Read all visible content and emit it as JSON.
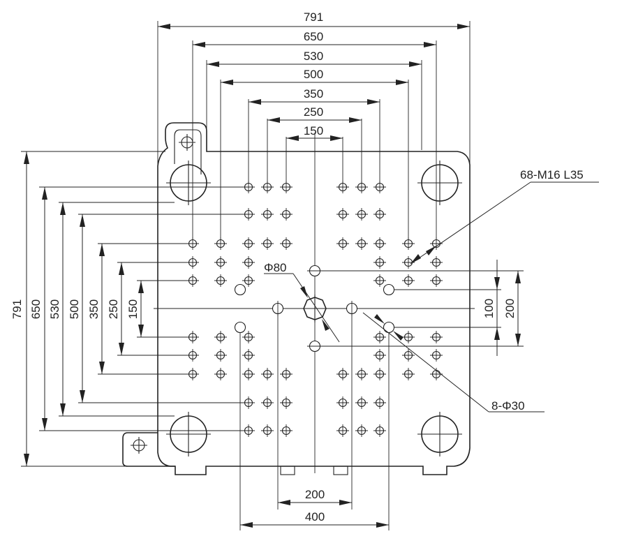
{
  "dimensions": {
    "top": [
      "791",
      "650",
      "530",
      "500",
      "350",
      "250",
      "150"
    ],
    "left": [
      "791",
      "650",
      "530",
      "500",
      "350",
      "250",
      "150"
    ],
    "right": [
      "100",
      "200"
    ],
    "bottom": [
      "200",
      "400"
    ]
  },
  "callouts": {
    "tapped_holes": "68-M16 L35",
    "center_bore": "Φ80",
    "through_holes": "8-Φ30"
  }
}
